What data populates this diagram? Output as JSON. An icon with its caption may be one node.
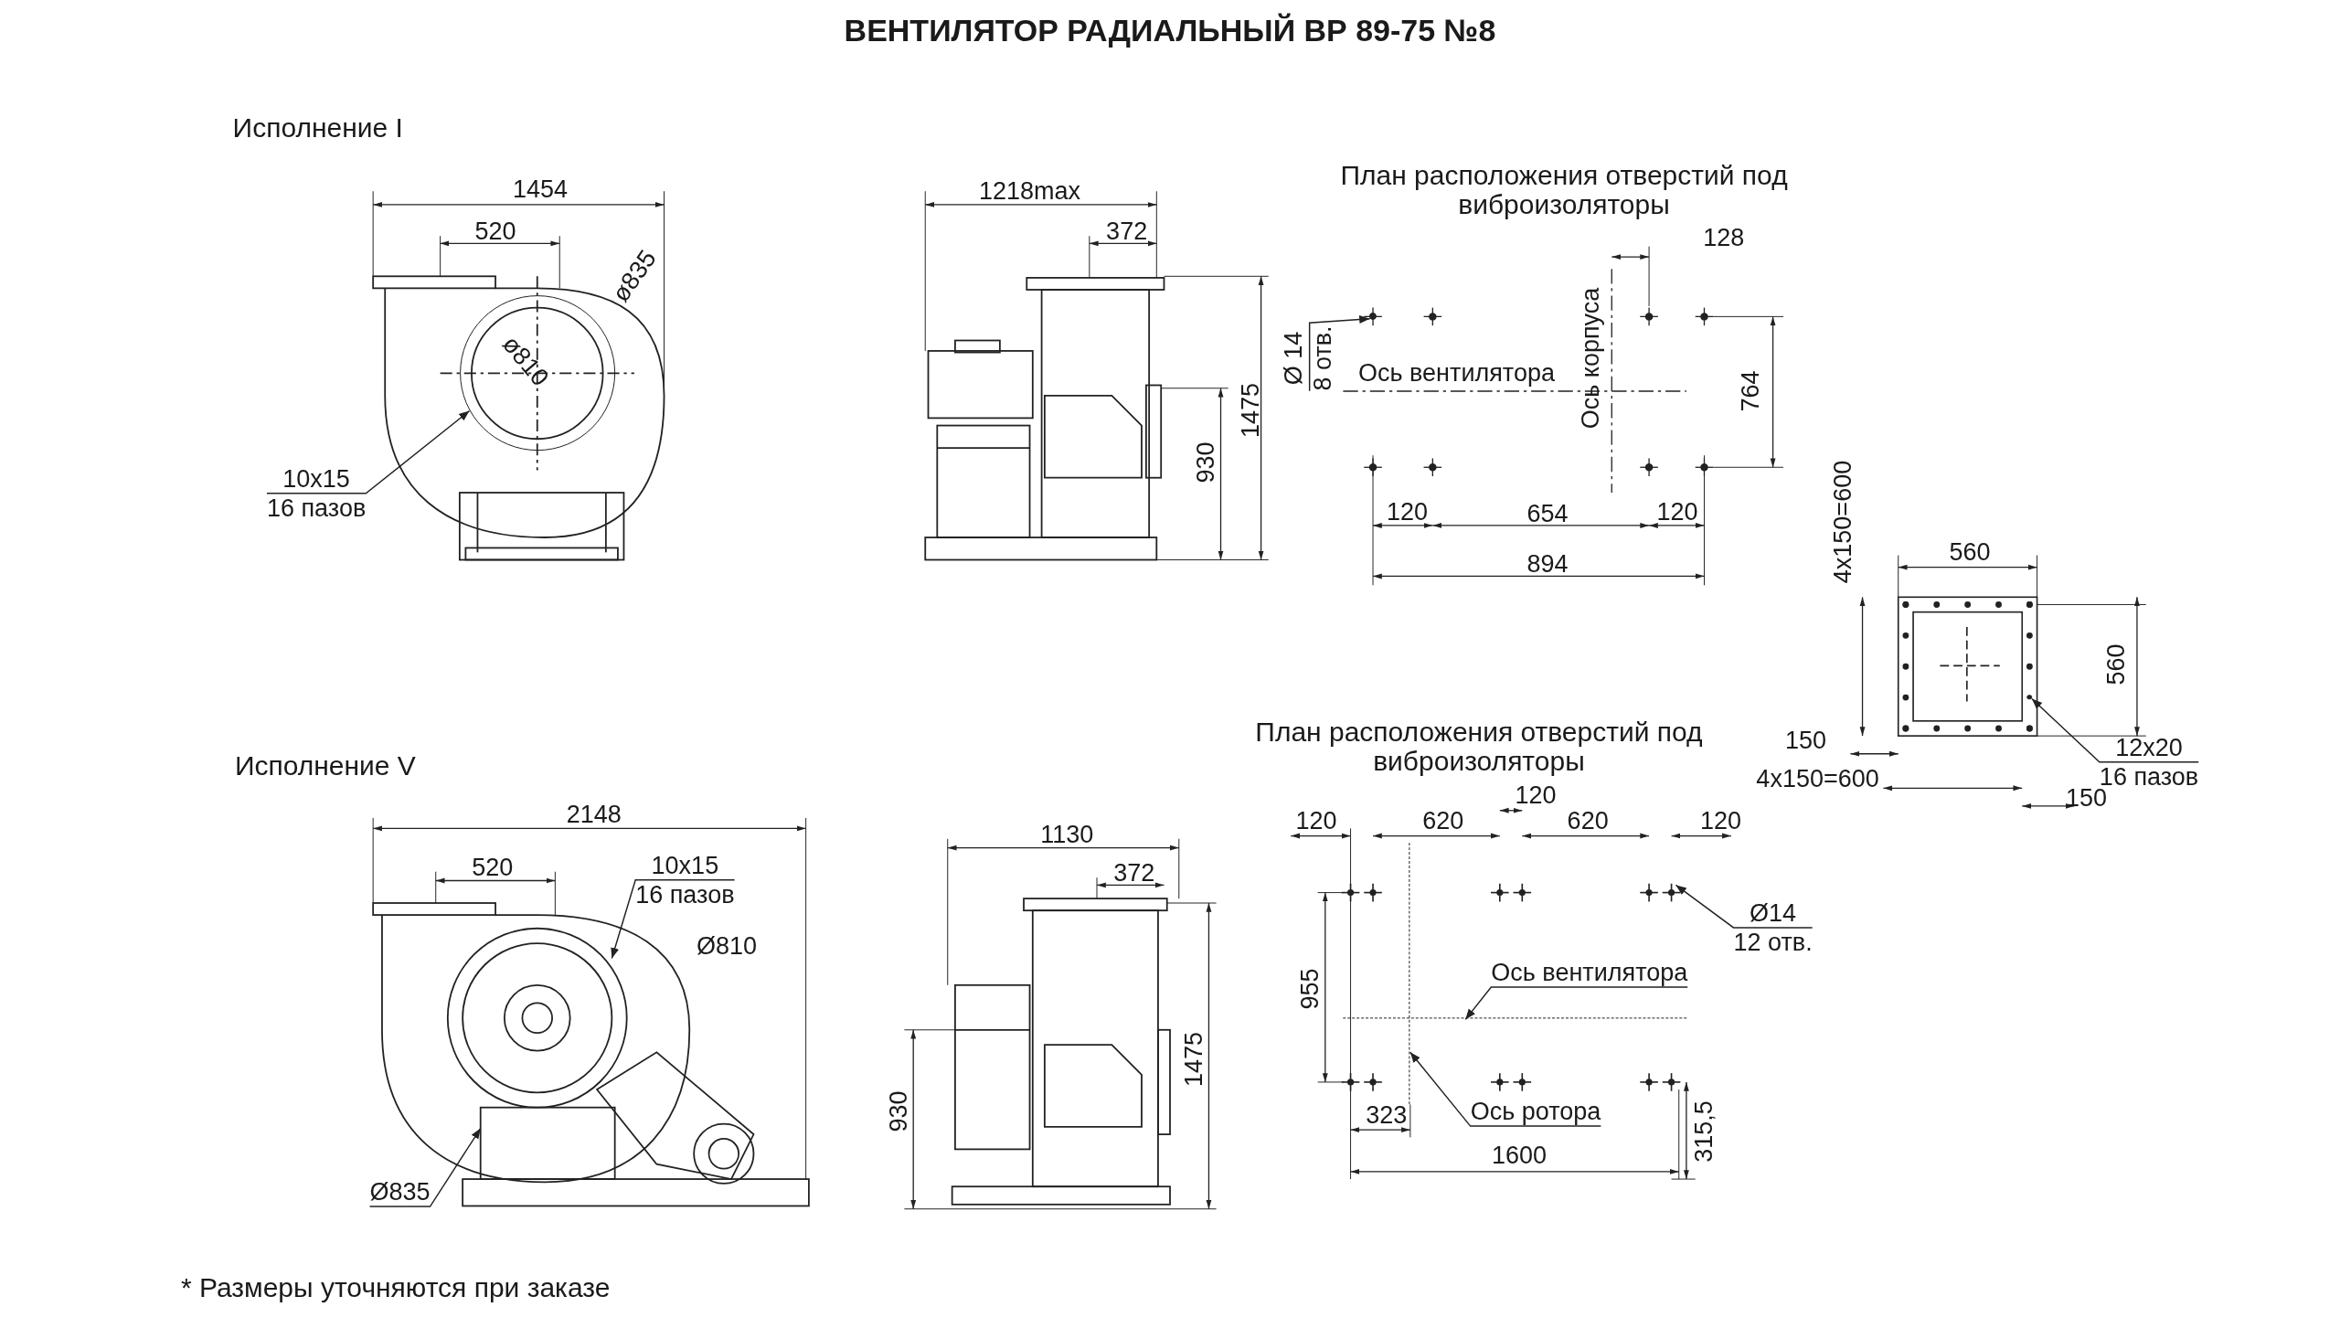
{
  "diagram": {
    "title": "ВЕНТИЛЯТОР РАДИАЛЬНЫЙ ВР 89-75 №8",
    "nodes": [
      {
        "text": [
          "10x15",
          "16 пазов"
        ]
      },
      {
        "text": [
          "Ø 14",
          "8 отв."
        ]
      },
      {
        "text": [
          "10x15",
          "16 пазов"
        ]
      },
      {
        "text": [
          "Ø835"
        ]
      },
      {
        "text": [
          "Ø14",
          "12 отв."
        ]
      },
      {
        "text": [
          "Ось вентилятора"
        ]
      },
      {
        "text": [
          "Ось ротора"
        ]
      },
      {
        "text": [
          "12x20",
          "16 пазов"
        ]
      },
      {
        "text": [],
        "shape": "circle"
      },
      {
        "text": [],
        "shape": "circle"
      },
      {
        "text": [],
        "shape": "circle"
      },
      {
        "text": [],
        "shape": "bar"
      },
      {
        "text": [],
        "shape": "bar"
      }
    ],
    "edges": [
      {
        "from": 0,
        "to": 8,
        "arrow": "to"
      },
      {
        "from": 1,
        "to": 9,
        "arrow": "to"
      },
      {
        "from": 2,
        "to": null,
        "arrow": "to"
      },
      {
        "from": 3,
        "to": null,
        "arrow": "to"
      },
      {
        "from": 4,
        "to": null,
        "arrow": "to"
      },
      {
        "from": 5,
        "to": 11,
        "arrow": "to"
      },
      {
        "from": 6,
        "to": 12,
        "arrow": "to"
      },
      {
        "from": 7,
        "to": 10,
        "arrow": "to"
      }
    ],
    "labels": [
      "Исполнение I",
      "1454",
      "1218max",
      "План расположения отверстий под виброизоляторы",
      "520",
      "372",
      "128",
      "ø835",
      "ø810",
      "Ось вентилятора",
      "Ось корпуса",
      "764",
      "1475",
      "930",
      "120",
      "654",
      "120",
      "4x150=600",
      "560",
      "894",
      "560",
      "Исполнение V",
      "План расположения отверстий под виброизоляторы",
      "120",
      "150",
      "4x150=600",
      "150",
      "2148",
      "120",
      "620",
      "620",
      "120",
      "1130",
      "520",
      "372",
      "Ø810",
      "955",
      "1475",
      "930",
      "323",
      "315,5",
      "1600",
      "* Размеры уточняются при заказе"
    ]
  }
}
